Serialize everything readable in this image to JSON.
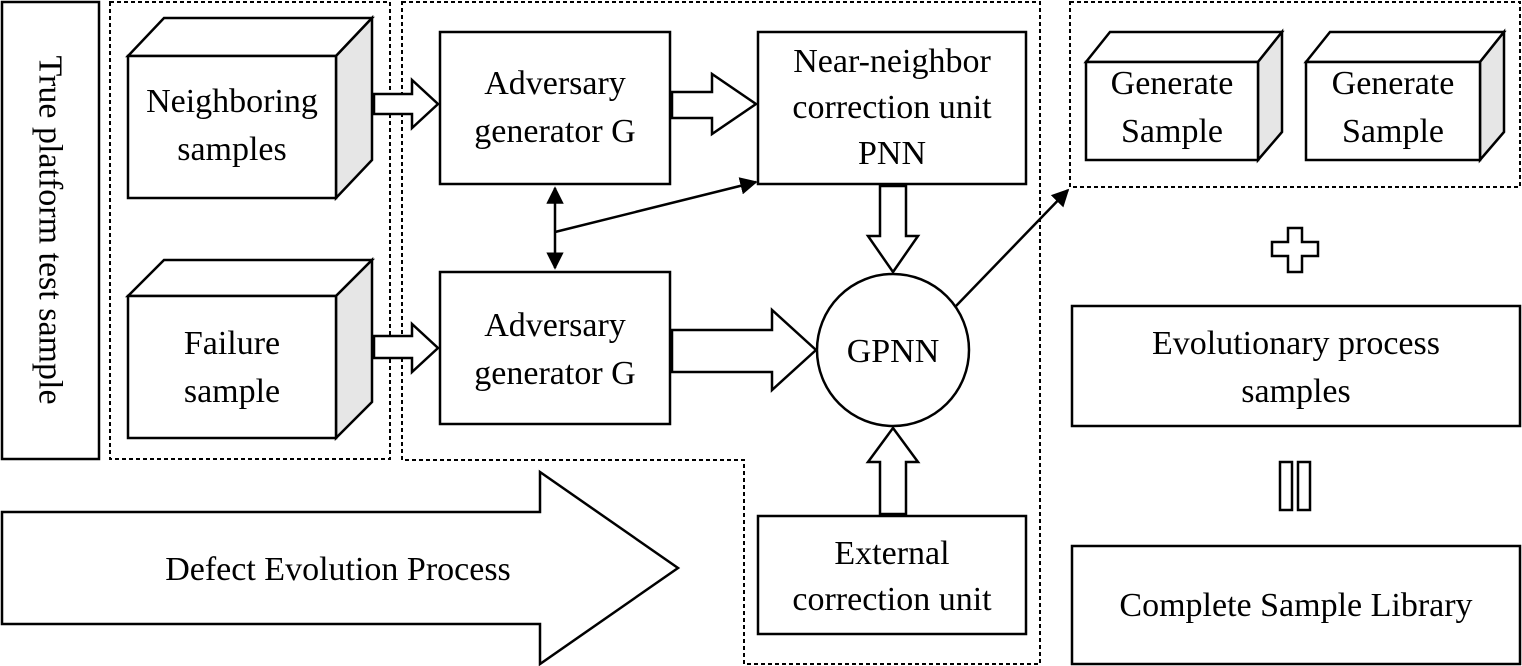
{
  "diagram": {
    "side_label": "True platform test sample",
    "neighboring_samples": [
      "Neighboring",
      "samples"
    ],
    "failure_sample": [
      "Failure",
      "sample"
    ],
    "generator_top": [
      "Adversary",
      "generator G"
    ],
    "generator_bottom": [
      "Adversary",
      "generator G"
    ],
    "pnn_unit": [
      "Near-neighbor",
      "correction unit",
      "PNN"
    ],
    "gpnn": "GPNN",
    "external_unit": [
      "External",
      "correction unit"
    ],
    "defect_process": "Defect Evolution Process",
    "generate_sample_1": [
      "Generate",
      "Sample"
    ],
    "generate_sample_2": [
      "Generate",
      "Sample"
    ],
    "evolutionary_samples": [
      "Evolutionary process",
      "samples"
    ],
    "complete_library": "Complete Sample Library"
  }
}
